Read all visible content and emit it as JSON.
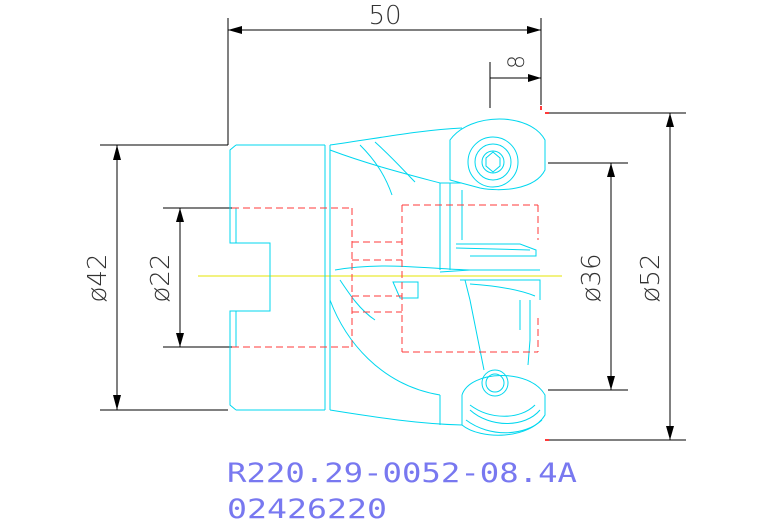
{
  "dimensions": {
    "overall_length": "50",
    "insert_offset": "8",
    "bore_diameter": "ø22",
    "body_diameter": "ø42",
    "cut_diameter_inner": "ø36",
    "cut_diameter_outer": "ø52"
  },
  "part": {
    "code": "R220.29-0052-08.4A",
    "item_number": "02426220"
  },
  "colors": {
    "outline": "#00d7ef",
    "hidden_lines": "#ff3a3a",
    "centerline": "#e6e600",
    "dimensions": "#000000",
    "label": "#7878f0"
  }
}
